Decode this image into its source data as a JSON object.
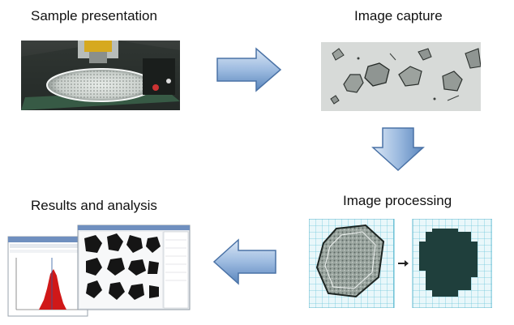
{
  "steps": {
    "sample_presentation": "Sample presentation",
    "image_capture": "Image capture",
    "image_processing": "Image processing",
    "results_and_analysis": "Results and analysis"
  },
  "colors": {
    "arrow_light": "#bcd2ec",
    "arrow_dark": "#5a86bd",
    "grid_cyan": "#8fd6e6",
    "particle_dark": "#1f3f3c",
    "histogram_red": "#d01818"
  },
  "icons": {
    "right_arrow": "right-arrow-icon",
    "down_arrow": "down-arrow-icon",
    "left_arrow": "left-arrow-icon"
  }
}
